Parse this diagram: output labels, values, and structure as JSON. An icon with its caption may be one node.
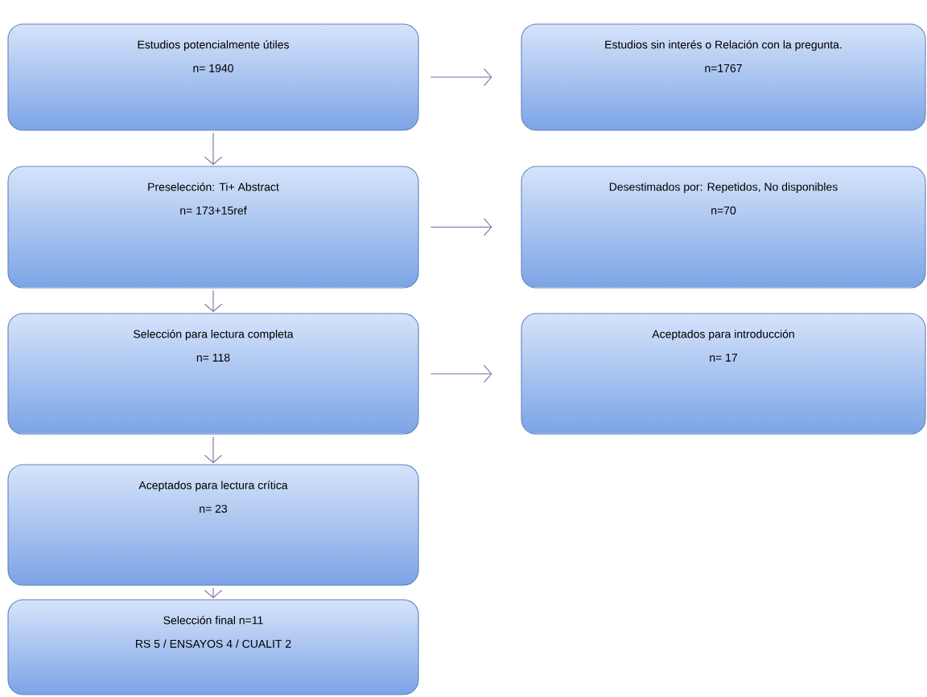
{
  "diagram": {
    "nodes": [
      {
        "text": [
          "Estudios potencialmente útiles",
          "n= 1940"
        ]
      },
      {
        "text": [
          "Estudios sin interés o Relación con la pregunta.",
          "n=1767"
        ]
      },
      {
        "text": [
          "Preselección: Ti+ Abstract",
          "n= 173+15ref"
        ]
      },
      {
        "text": [
          "Desestimados por: Repetidos, No disponibles",
          "n=70"
        ]
      },
      {
        "text": [
          "Selección para lectura completa",
          "n= 118"
        ]
      },
      {
        "text": [
          "Aceptados para introducción",
          "n= 17"
        ]
      },
      {
        "text": [
          "Aceptados para lectura crítica",
          "n= 23"
        ]
      },
      {
        "text": [
          "Selección final n=11",
          "RS 5 / ENSAYOS 4 / CUALIT 2"
        ]
      }
    ],
    "edges": [
      {
        "from": 0,
        "to": 1,
        "arrow": "to"
      },
      {
        "from": 0,
        "to": 2,
        "arrow": "to"
      },
      {
        "from": 2,
        "to": 3,
        "arrow": "to"
      },
      {
        "from": 2,
        "to": 4,
        "arrow": "to"
      },
      {
        "from": 4,
        "to": 5,
        "arrow": "to"
      },
      {
        "from": 4,
        "to": 6,
        "arrow": "to"
      },
      {
        "from": 6,
        "to": 7,
        "arrow": "to"
      }
    ]
  }
}
